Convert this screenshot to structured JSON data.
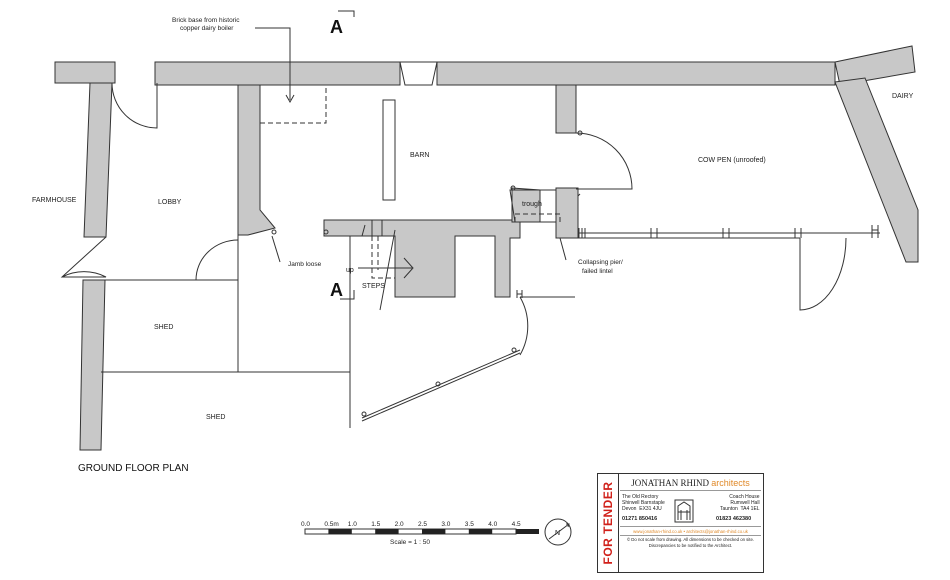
{
  "section_marker": "A",
  "labels": {
    "dairy_boiler": [
      "Brick base from historic",
      "copper dairy boiler"
    ],
    "farmhouse": "FARMHOUSE",
    "lobby": "LOBBY",
    "barn": "BARN",
    "cow_pen": "COW PEN (unroofed)",
    "dairy": "DAIRY",
    "trough": "trough",
    "jamb": "Jamb loose",
    "pier": [
      "Collapsing pier/",
      "failed lintel"
    ],
    "up": "up",
    "steps": "STEPS",
    "shed_1": "SHED",
    "shed_2": "SHED"
  },
  "drawing_title": "GROUND FLOOR PLAN",
  "scale_bar": {
    "ticks": [
      "0.0",
      "0.5m",
      "1.0",
      "1.5",
      "2.0",
      "2.5",
      "3.0",
      "3.5",
      "4.0",
      "4.5"
    ],
    "caption": "Scale = 1 : 50"
  },
  "north_arrow": "N",
  "title_block": {
    "status": "FOR TENDER",
    "firm_name": "JONATHAN RHIND",
    "firm_suffix": "architects",
    "address_left": "The Old Rectory\nShirwell Barnstaple\nDevon  EX31 4JU",
    "address_right": "Coach House\nRumwell Hall\nTaunton  TA4 1EL",
    "phone_left": "01271 850416",
    "phone_right": "01823 462380",
    "web": "www.jonathan-rhind.co.uk  •  architects@jonathan-rhind.co.uk",
    "note": "© Do not scale from drawing. All dimensions to be checked on site.\nDiscrepancies to be notified to the Architect."
  },
  "colors": {
    "wall_fill": "#c8c8c8",
    "tender_red": "#d0201a",
    "brand_orange": "#e08a2a"
  }
}
